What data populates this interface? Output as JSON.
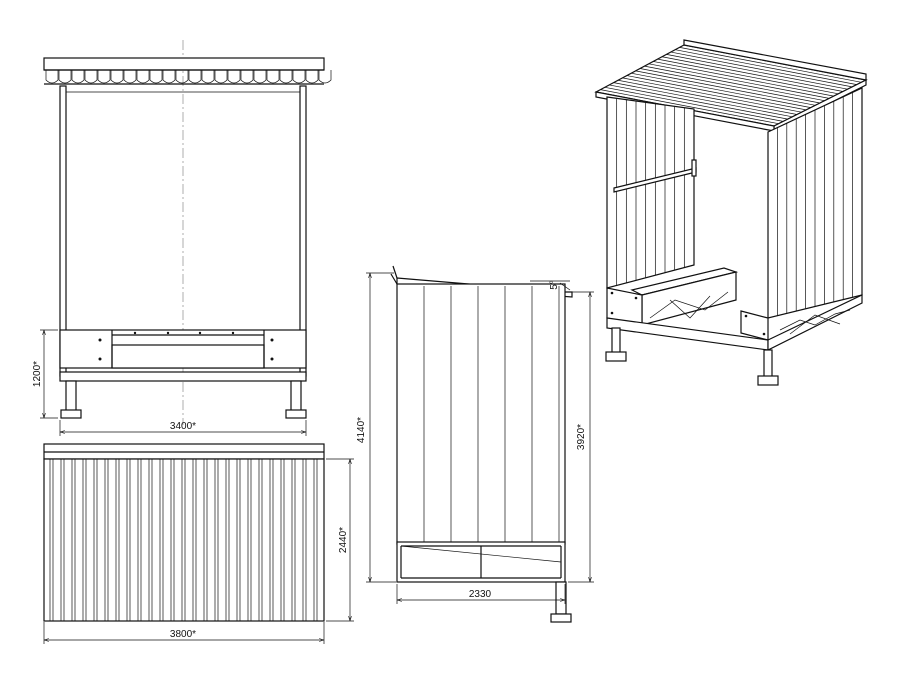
{
  "dimensions": {
    "front_width": "3400*",
    "front_base_height": "1200*",
    "back_width": "3800*",
    "back_height": "2440*",
    "side_total_height": "4140*",
    "side_wall_height": "3920*",
    "side_depth": "2330",
    "roof_slope": "5°"
  }
}
